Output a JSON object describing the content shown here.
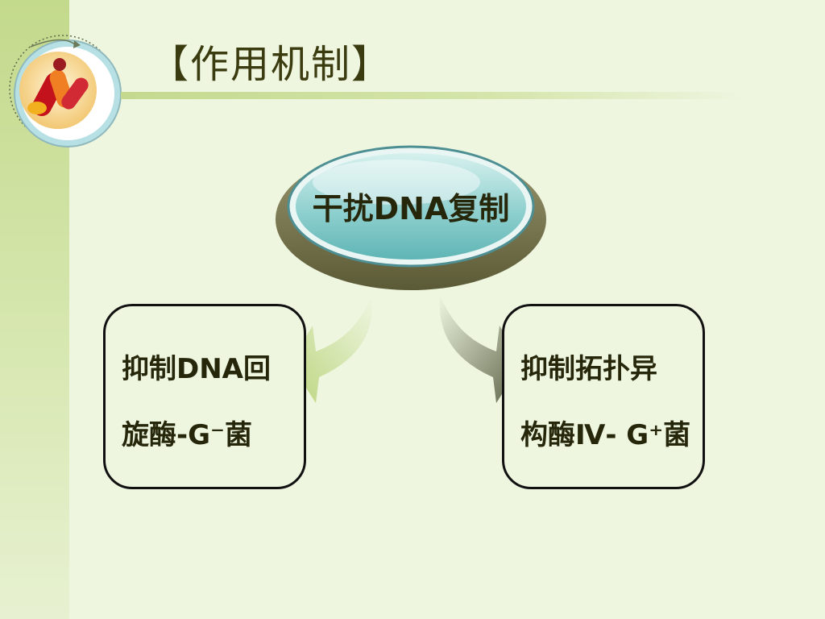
{
  "title": "【作用机制】",
  "center": {
    "label": "干扰DNA复制"
  },
  "left_box": {
    "line1": "抑制DNA回",
    "line2": "旋酶-G⁻菌"
  },
  "right_box": {
    "line1": "抑制拓扑异",
    "line2": "构酶Ⅳ- G⁺菌"
  },
  "colors": {
    "background": "#eef6e0",
    "sidebar": "#c3d98b",
    "title_text": "#3b3b10",
    "node_fill": "#8fd0cf",
    "node_base": "#76744a",
    "arrow_left": "#c6dd8e",
    "arrow_right": "#6f7357"
  },
  "icons": [
    "capsules-logo-icon",
    "curved-arrow-down-left-icon",
    "curved-arrow-down-right-icon"
  ]
}
